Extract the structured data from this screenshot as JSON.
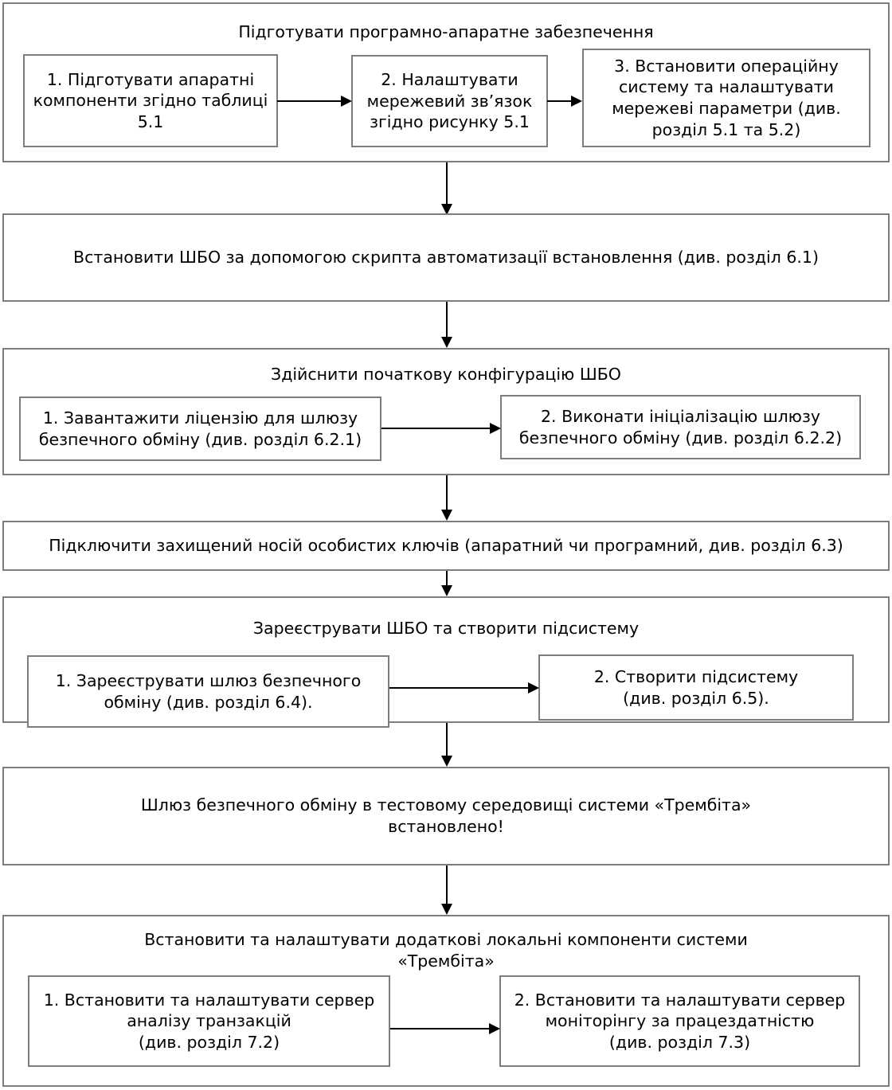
{
  "diagram": {
    "title": "Flowchart: Installation of secure exchange gateway",
    "language": "uk"
  },
  "sections": [
    {
      "id": "prepare-hw-sw",
      "title": "Підготувати програмно-апаратне забезпечення",
      "steps": [
        "1. Підготувати апаратні\nкомпоненти згідно таблиці\n5.1",
        "2. Налаштувати\nмережевий зв’язок\nзгідно рисунку 5.1",
        "3. Встановити операційну\nсистему та налаштувати\nмережеві параметри (див.\nрозділ 5.1 та 5.2)"
      ]
    },
    {
      "id": "install-sbo",
      "title": "",
      "steps": [
        "Встановити ШБО за допомогою скрипта автоматизації встановлення (див. розділ 6.1)"
      ]
    },
    {
      "id": "initial-config",
      "title": "Здійснити початкову конфігурацію ШБО",
      "steps": [
        "1. Завантажити ліцензію для шлюзу\nбезпечного обміну (див. розділ 6.2.1)",
        "2. Виконати ініціалізацію шлюзу\nбезпечного обміну (див. розділ 6.2.2)"
      ]
    },
    {
      "id": "connect-key-carrier",
      "title": "",
      "steps": [
        "Підключити захищений носій особистих ключів (апаратний чи програмний, див. розділ 6.3)"
      ]
    },
    {
      "id": "register-sbo",
      "title": "Зареєструвати  ШБО та створити підсистему",
      "steps": [
        "1. Зареєструвати шлюз безпечного\nобміну (див. розділ 6.4).",
        "2. Створити підсистему\n(див. розділ 6.5)."
      ]
    },
    {
      "id": "installed-message",
      "title": "",
      "steps": [
        "Шлюз безпечного обміну в тестовому середовищі системи «Трембіта»\nвстановлено!"
      ]
    },
    {
      "id": "additional-components",
      "title": "Встановити та налаштувати додаткові локальні компоненти системи\n«Трембіта»",
      "steps": [
        "1. Встановити та налаштувати сервер\nаналізу транзакцій\n(див. розділ 7.2)",
        "2. Встановити та налаштувати сервер\nмоніторінгу за працездатністю\n(див. розділ 7.3)"
      ]
    }
  ],
  "colors": {
    "box_border": "#7d7d7d",
    "arrow": "#000000",
    "text": "#000000",
    "background": "#ffffff"
  }
}
